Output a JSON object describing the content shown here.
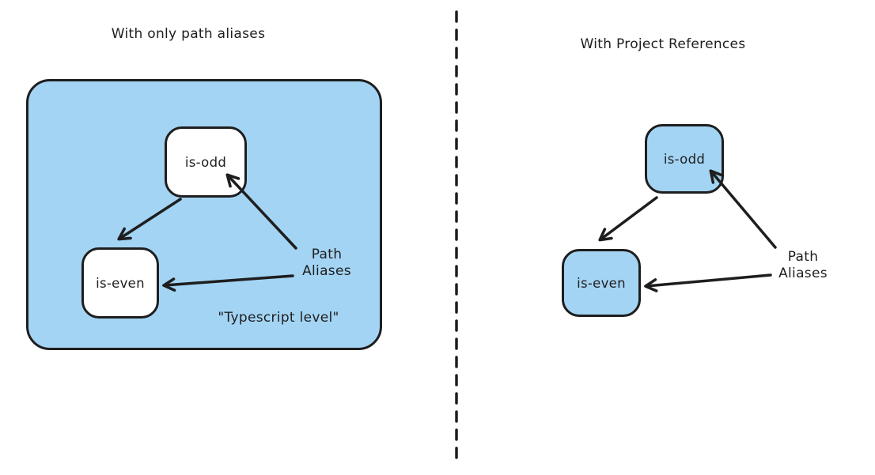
{
  "colors": {
    "ink": "#1e1e1e",
    "box_fill": "#a3d4f4"
  },
  "left": {
    "title": "With only path aliases",
    "container_label": "\"Typescript level\"",
    "nodes": [
      {
        "label": "is-odd"
      },
      {
        "label": "is-even"
      }
    ],
    "annotation": "Path\nAliases"
  },
  "right": {
    "title": "With Project References",
    "nodes": [
      {
        "label": "is-odd"
      },
      {
        "label": "is-even"
      }
    ],
    "annotation": "Path\nAliases"
  }
}
